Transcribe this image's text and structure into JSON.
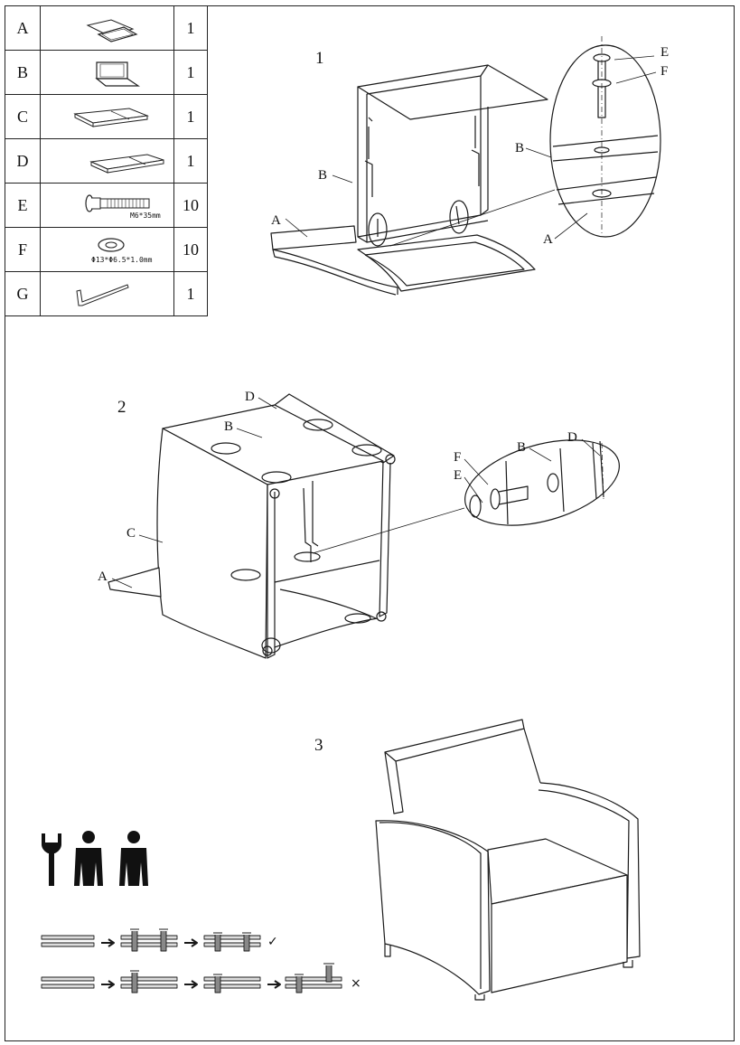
{
  "parts_table": {
    "rows": [
      {
        "letter": "A",
        "qty": "1",
        "spec": ""
      },
      {
        "letter": "B",
        "qty": "1",
        "spec": ""
      },
      {
        "letter": "C",
        "qty": "1",
        "spec": ""
      },
      {
        "letter": "D",
        "qty": "1",
        "spec": ""
      },
      {
        "letter": "E",
        "qty": "10",
        "spec": "M6*35mm"
      },
      {
        "letter": "F",
        "qty": "10",
        "spec": "Φ13*Φ6.5*1.0mm"
      },
      {
        "letter": "G",
        "qty": "1",
        "spec": ""
      }
    ]
  },
  "steps": [
    {
      "number": "1",
      "callouts": {
        "B": "B",
        "A": "A",
        "E": "E",
        "F": "F",
        "Bz": "B",
        "Az": "A"
      }
    },
    {
      "number": "2",
      "callouts": {
        "D": "D",
        "B": "B",
        "C": "C",
        "A": "A",
        "F": "F",
        "E": "E",
        "Bz": "B",
        "Dz": "D"
      }
    },
    {
      "number": "3"
    }
  ],
  "tools": {
    "wrench_icon": "wrench-icon",
    "person_icon": "person-icon",
    "people_count": 2
  },
  "tightening_guide": {
    "correct_mark": "✓",
    "wrong_mark": "×"
  }
}
